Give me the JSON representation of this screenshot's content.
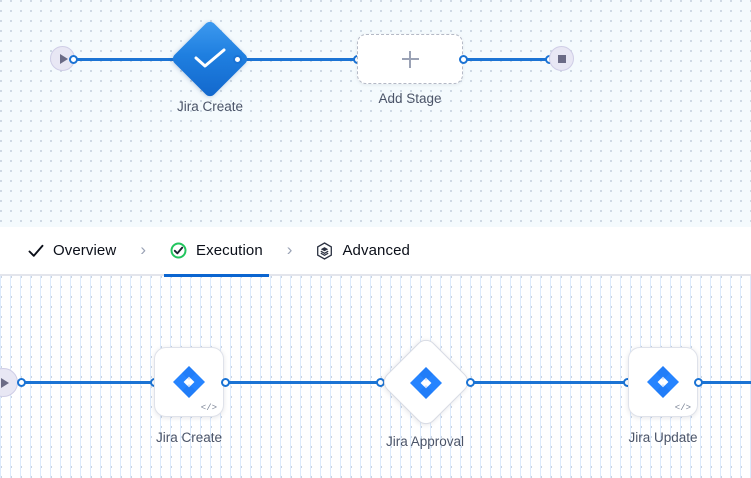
{
  "top_canvas": {
    "name": "pipeline-overview-canvas",
    "start_node": {
      "icon": "play-icon",
      "label": ""
    },
    "end_node": {
      "icon": "stop-icon",
      "label": ""
    },
    "nodes": [
      {
        "id": "jira-create",
        "label": "Jira Create",
        "icon": "check-icon",
        "shape": "diamond",
        "color": "#1f7fe0"
      },
      {
        "id": "add-stage",
        "label": "Add Stage",
        "icon": "plus-icon",
        "shape": "dashed-box"
      }
    ]
  },
  "tabs": {
    "name": "stage-config-tabs",
    "items": [
      {
        "id": "overview",
        "label": "Overview",
        "icon": "check-icon",
        "active": false
      },
      {
        "id": "execution",
        "label": "Execution",
        "icon": "check-circle-icon",
        "active": true
      },
      {
        "id": "advanced",
        "label": "Advanced",
        "icon": "layers-hexagon-icon",
        "active": false
      }
    ],
    "separator": "›",
    "active_color": "#0b65d0",
    "check_circle_color": "#22c55e"
  },
  "bottom_canvas": {
    "name": "execution-steps-canvas",
    "start_node": {
      "icon": "play-icon"
    },
    "steps": [
      {
        "id": "jira-create",
        "label": "Jira Create",
        "icon": "jira-icon",
        "shape": "box",
        "badge": "</>"
      },
      {
        "id": "jira-approval",
        "label": "Jira Approval",
        "icon": "jira-icon",
        "shape": "diamond",
        "badge": ""
      },
      {
        "id": "jira-update",
        "label": "Jira Update",
        "icon": "jira-icon",
        "shape": "box",
        "badge": "</>"
      }
    ]
  },
  "colors": {
    "edge": "#1a73d4",
    "jira_blue": "#2684ff",
    "jira_dark": "#0052cc",
    "canvas_top_bg": "#f4fafd",
    "canvas_bottom_bg": "#ffffff",
    "label_text": "#4b5468"
  }
}
